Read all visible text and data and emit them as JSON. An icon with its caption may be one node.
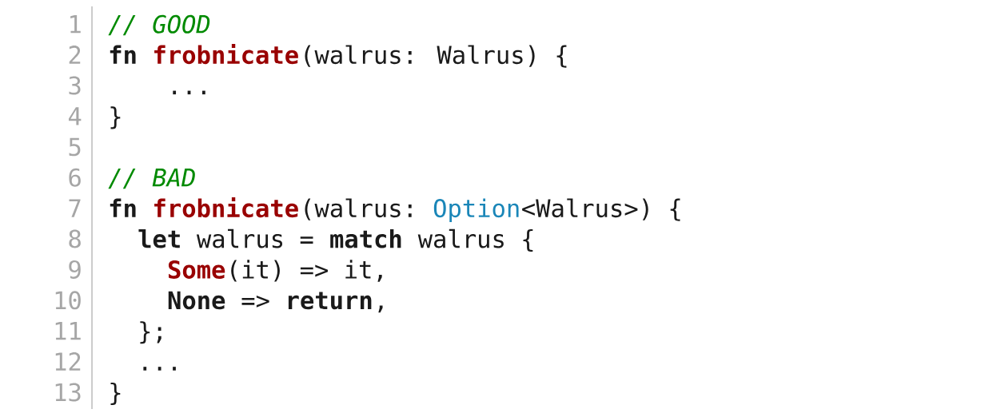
{
  "diagram": {
    "labels": [
      "1",
      "// GOOD",
      "2",
      "fn",
      "frobnicate",
      "(walrus: Walrus) {",
      "3",
      "...",
      "4",
      "}",
      "5",
      "6",
      "// BAD",
      "7",
      "fn",
      "frobnicate",
      "(walrus:",
      "Option",
      "<Walrus>) {",
      "8",
      "let",
      "walrus =",
      "match",
      "walrus {",
      "9",
      "Some",
      "(it) => it,",
      "10",
      "None",
      "=>",
      "return",
      ",",
      "11",
      "};",
      "12",
      "...",
      "13",
      "}"
    ]
  }
}
